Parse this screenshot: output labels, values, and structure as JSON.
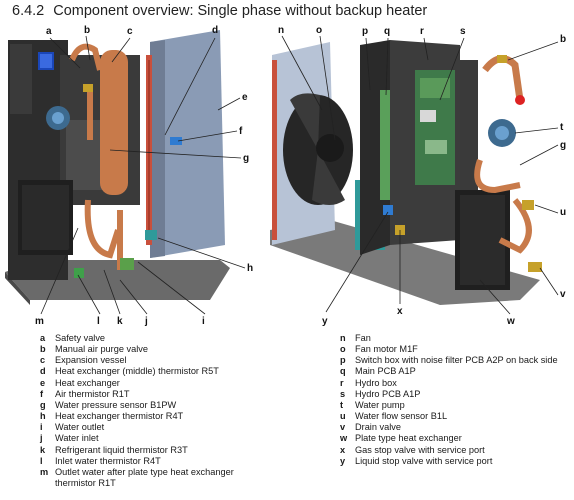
{
  "heading": {
    "number": "6.4.2",
    "title": "Component overview: Single phase without backup heater"
  },
  "callouts_left": {
    "a": "a",
    "b": "b",
    "c": "c",
    "d": "d",
    "e": "e",
    "f": "f",
    "g": "g",
    "h": "h",
    "i": "i",
    "j": "j",
    "k": "k",
    "l": "l",
    "m": "m"
  },
  "callouts_right": {
    "n": "n",
    "o": "o",
    "p": "p",
    "q": "q",
    "r": "r",
    "s": "s",
    "b": "b",
    "t": "t",
    "g": "g",
    "u": "u",
    "v": "v",
    "w": "w",
    "x": "x",
    "y": "y"
  },
  "legend_left": [
    {
      "key": "a",
      "text": "Safety valve"
    },
    {
      "key": "b",
      "text": "Manual air purge valve"
    },
    {
      "key": "c",
      "text": "Expansion vessel"
    },
    {
      "key": "d",
      "text": "Heat exchanger (middle) thermistor R5T"
    },
    {
      "key": "e",
      "text": "Heat exchanger"
    },
    {
      "key": "f",
      "text": "Air thermistor R1T"
    },
    {
      "key": "g",
      "text": "Water pressure sensor B1PW"
    },
    {
      "key": "h",
      "text": "Heat exchanger thermistor R4T"
    },
    {
      "key": "i",
      "text": "Water outlet"
    },
    {
      "key": "j",
      "text": "Water inlet"
    },
    {
      "key": "k",
      "text": "Refrigerant liquid thermistor R3T"
    },
    {
      "key": "l",
      "text": "Inlet water thermistor R4T"
    },
    {
      "key": "m",
      "text": "Outlet water after plate type heat exchanger",
      "text2": "thermistor R1T"
    }
  ],
  "legend_right": [
    {
      "key": "n",
      "text": "Fan"
    },
    {
      "key": "o",
      "text": "Fan motor M1F"
    },
    {
      "key": "p",
      "text": "Switch box with noise filter PCB A2P on back side"
    },
    {
      "key": "q",
      "text": "Main PCB A1P"
    },
    {
      "key": "r",
      "text": "Hydro box"
    },
    {
      "key": "s",
      "text": "Hydro PCB A1P"
    },
    {
      "key": "t",
      "text": "Water pump"
    },
    {
      "key": "u",
      "text": "Water flow sensor B1L"
    },
    {
      "key": "v",
      "text": "Drain valve"
    },
    {
      "key": "w",
      "text": "Plate type heat exchanger"
    },
    {
      "key": "x",
      "text": "Gas stop valve with service port"
    },
    {
      "key": "y",
      "text": "Liquid stop valve with service port"
    }
  ],
  "colors": {
    "copper": "#c87a4a",
    "dark_grey": "#2d2d2d",
    "panel_blue": "#8a9bb5",
    "pcb_green": "#3f7a4a",
    "fins_red": "#c9503c",
    "teal": "#2f9a9a"
  }
}
